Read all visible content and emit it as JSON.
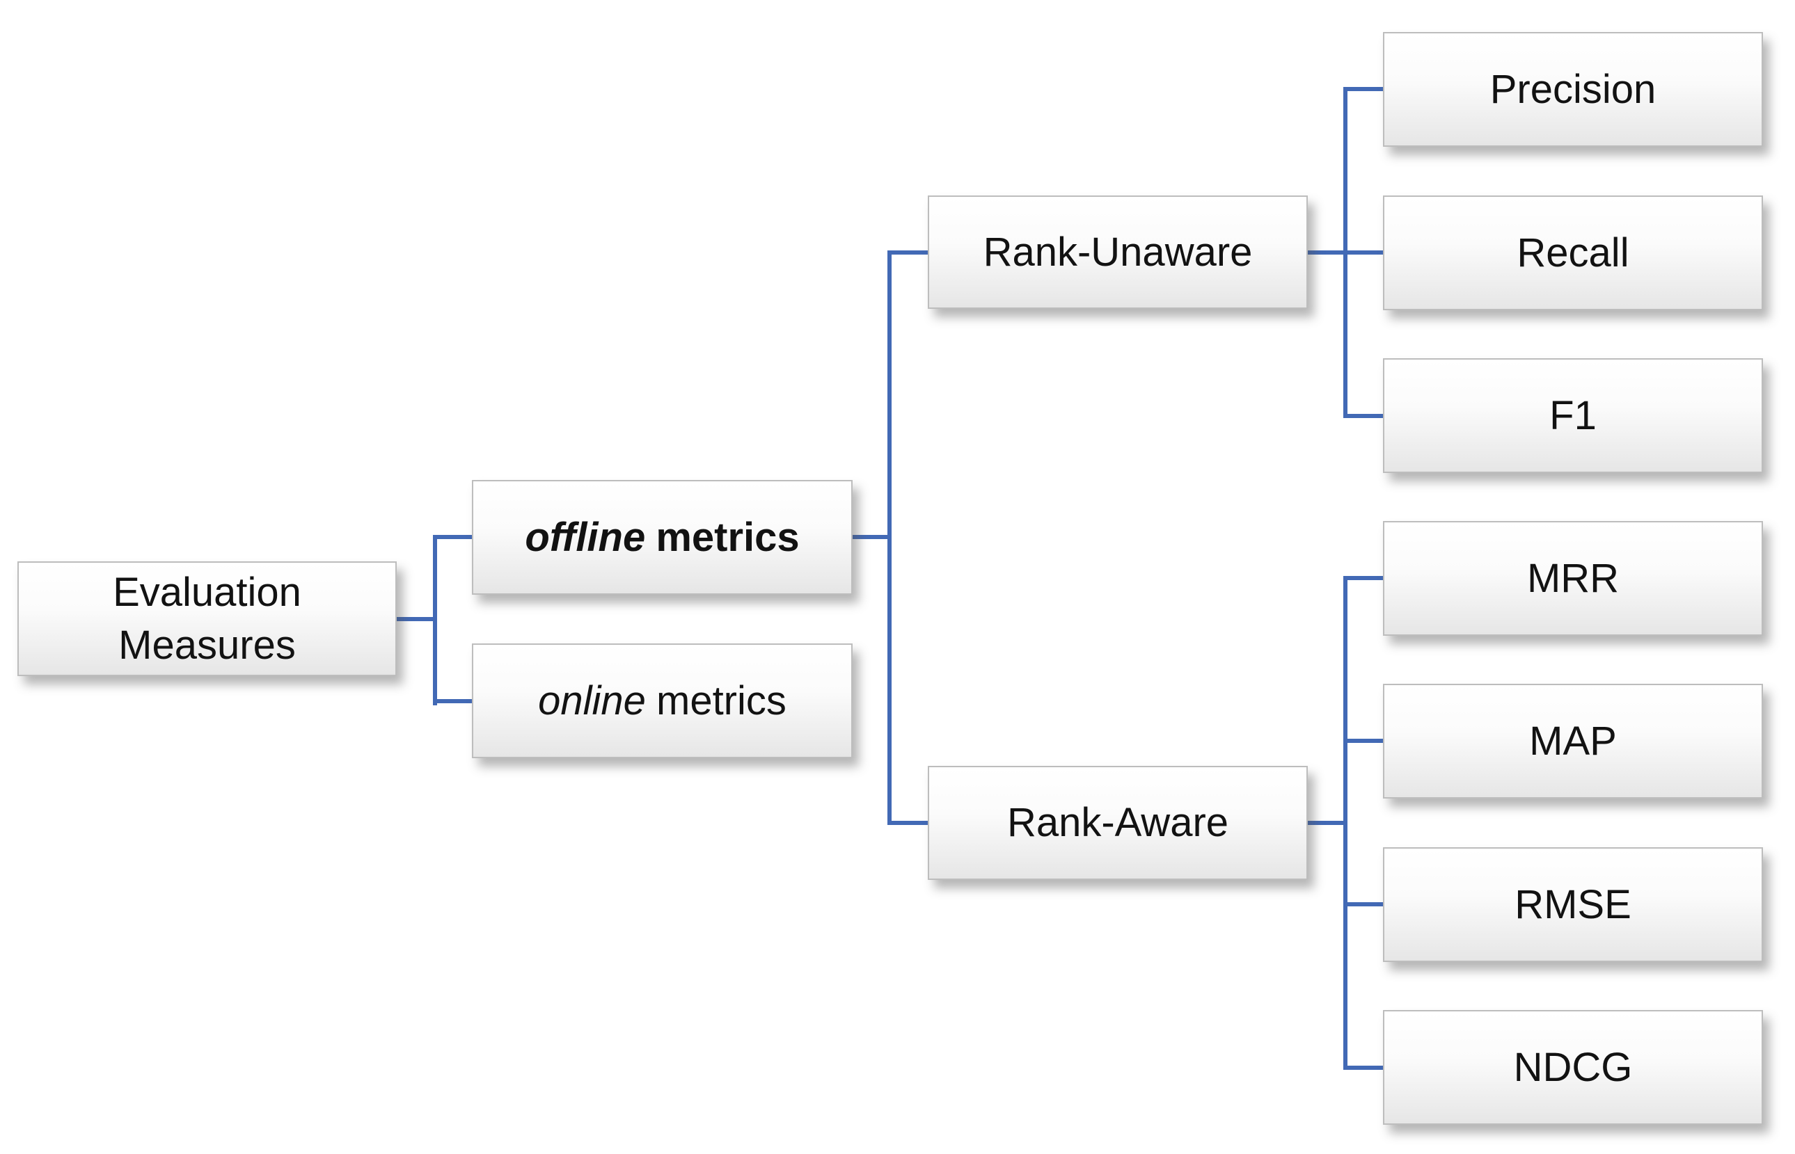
{
  "diagram": {
    "type": "tree",
    "direction": "left-to-right",
    "line_color": "#4269b5",
    "box_border_color": "#bdbdbd",
    "box_fill_top": "#ffffff",
    "box_fill_bottom": "#e6e6e6",
    "text_color": "#121212",
    "nodes": {
      "evaluation": {
        "label": "Evaluation Measures"
      },
      "offline": {
        "label_em": "offline",
        "label_rest": "metrics",
        "full_label": "offline metrics"
      },
      "online": {
        "label_em": "online",
        "label_rest": "metrics",
        "full_label": "online metrics"
      },
      "rank_unaware": {
        "label": "Rank-Unaware"
      },
      "rank_aware": {
        "label": "Rank-Aware"
      },
      "precision": {
        "label": "Precision"
      },
      "recall": {
        "label": "Recall"
      },
      "f1": {
        "label": "F1"
      },
      "mrr": {
        "label": "MRR"
      },
      "map": {
        "label": "MAP"
      },
      "rmse": {
        "label": "RMSE"
      },
      "ndcg": {
        "label": "NDCG"
      }
    },
    "hierarchy": {
      "Evaluation Measures": [
        "offline metrics",
        "online metrics"
      ],
      "offline metrics": [
        "Rank-Unaware",
        "Rank-Aware"
      ],
      "online metrics": [],
      "Rank-Unaware": [
        "Precision",
        "Recall",
        "F1"
      ],
      "Rank-Aware": [
        "MRR",
        "MAP",
        "RMSE",
        "NDCG"
      ]
    }
  }
}
